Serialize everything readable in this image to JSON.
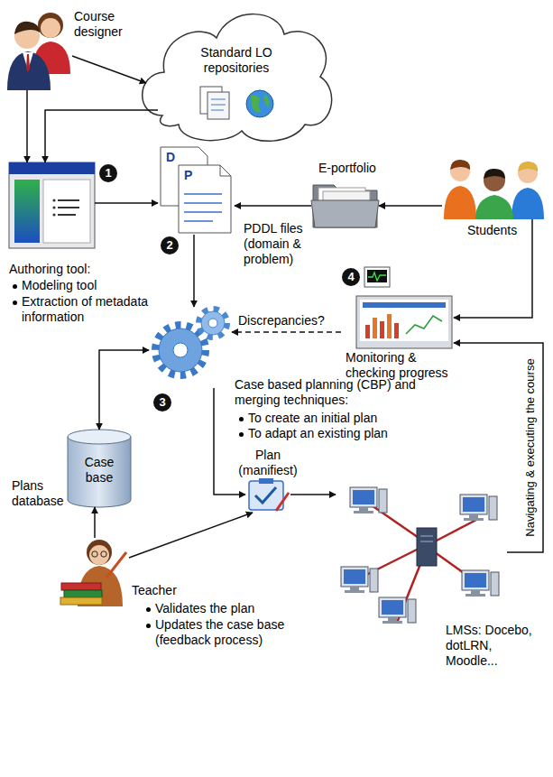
{
  "diagram": {
    "nodes": [
      {
        "text": [
          "Course designer"
        ]
      },
      {
        "text": [
          "Standard LO repositories"
        ]
      },
      {
        "text": [
          "Authoring tool:",
          "Modeling tool",
          "Extraction of metadata information"
        ]
      },
      {
        "text": [
          "D",
          "P",
          "PDDL files (domain & problem)"
        ]
      },
      {
        "text": [
          "E-portfolio"
        ]
      },
      {
        "text": [
          "Students"
        ]
      },
      {
        "text": [
          "Monitoring & checking progress"
        ]
      },
      {
        "text": [
          "Case based planning (CBP) and merging techniques:",
          "To create an initial plan",
          "To adapt an existing plan"
        ]
      },
      {
        "text": [
          "Case base",
          "Plans database"
        ]
      },
      {
        "text": [
          "Plan (manifiest)"
        ]
      },
      {
        "text": [
          "LMSs: Docebo, dotLRN, Moodle..."
        ]
      },
      {
        "text": [
          "Teacher",
          "Validates the plan",
          "Updates the case base (feedback process)"
        ]
      }
    ],
    "edges": [
      {
        "from": 0,
        "to": 1,
        "arrow": "to"
      },
      {
        "from": 0,
        "to": 2,
        "arrow": "to"
      },
      {
        "from": 1,
        "to": 2,
        "arrow": "to"
      },
      {
        "from": 2,
        "to": 3,
        "arrow": "to"
      },
      {
        "from": 5,
        "to": 4,
        "arrow": "to"
      },
      {
        "from": 4,
        "to": 3,
        "arrow": "to"
      },
      {
        "from": 5,
        "to": 6,
        "arrow": "to"
      },
      {
        "from": 3,
        "to": 7,
        "arrow": "to"
      },
      {
        "from": 6,
        "to": 7,
        "arrow": "to",
        "label": "Discrepancies?"
      },
      {
        "from": 7,
        "to": 8,
        "arrow": "both"
      },
      {
        "from": 7,
        "to": 9,
        "arrow": "to"
      },
      {
        "from": 9,
        "to": 10,
        "arrow": "to"
      },
      {
        "from": 11,
        "to": 8,
        "arrow": "to"
      },
      {
        "from": 11,
        "to": 9,
        "arrow": "to"
      },
      {
        "from": 10,
        "to": 6,
        "arrow": "to",
        "label": "Navigating & executing the course"
      }
    ],
    "labels": [
      "1",
      "2",
      "4",
      "3"
    ]
  }
}
